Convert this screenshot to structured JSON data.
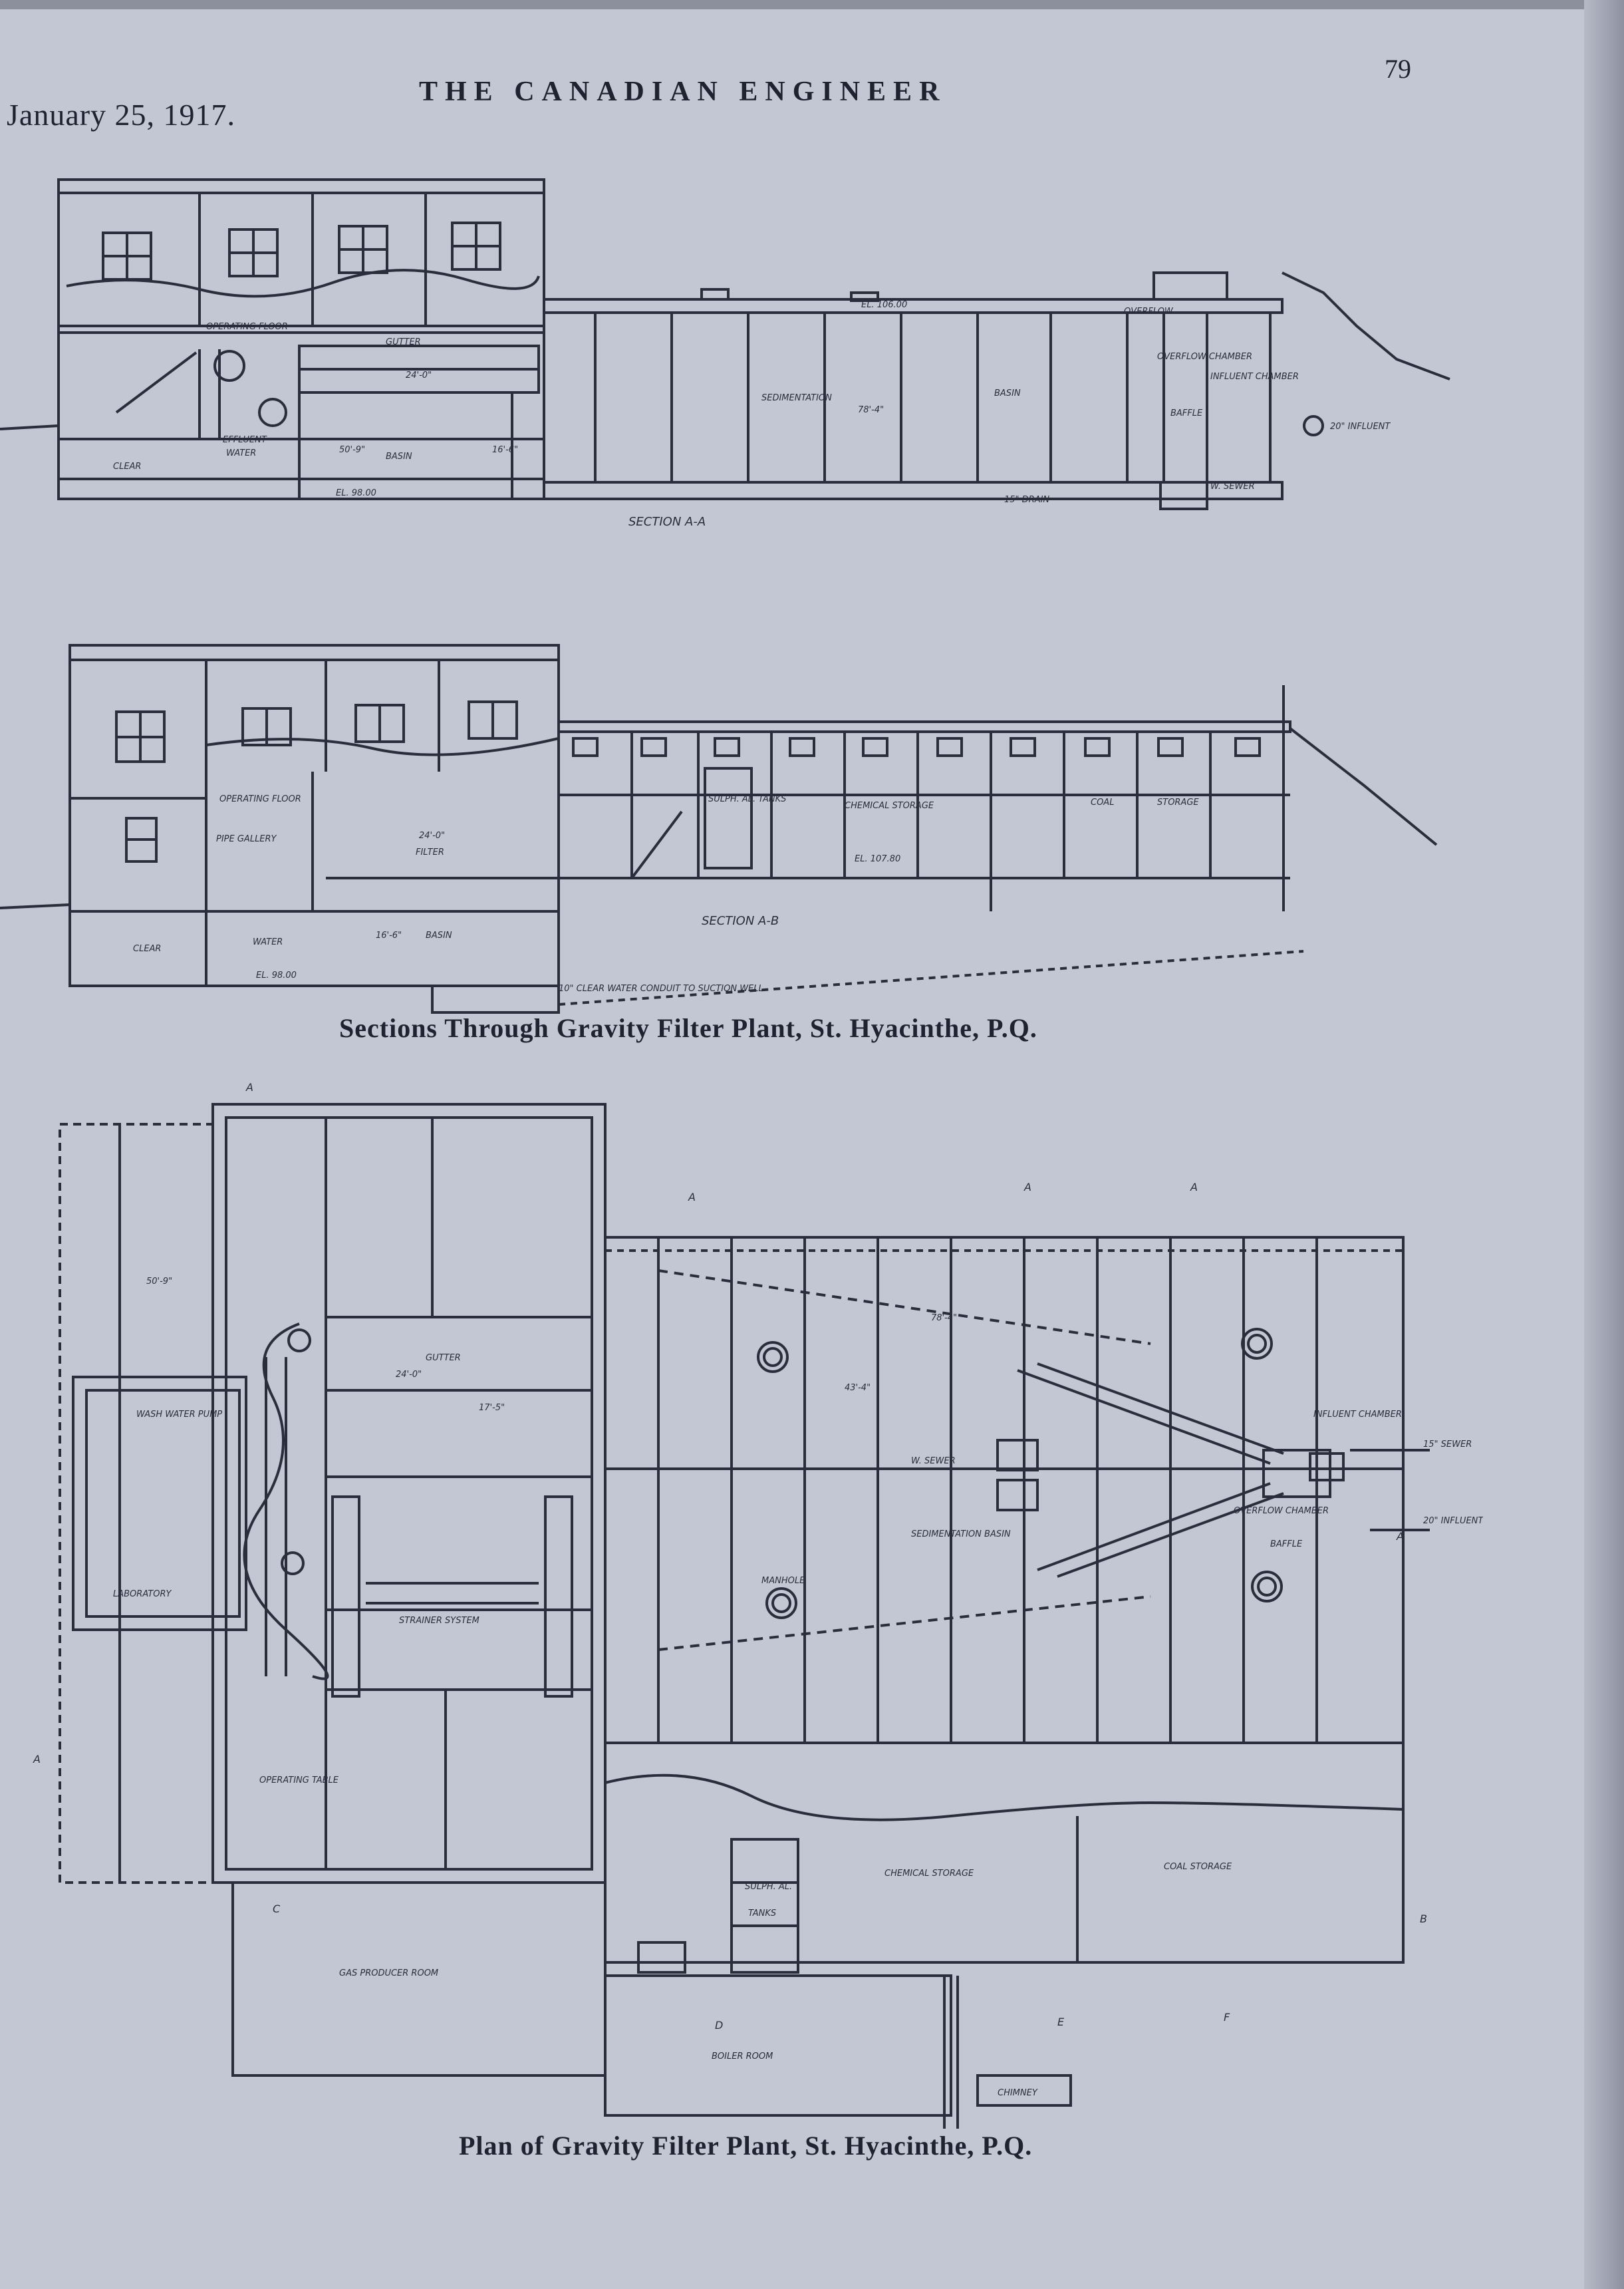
{
  "header": {
    "date": "January 25, 1917.",
    "journal_title": "THE CANADIAN ENGINEER",
    "page_number": "79"
  },
  "figure_sections": {
    "caption": "Sections Through Gravity Filter Plant, St. Hyacinthe, P.Q.",
    "section_aa": {
      "title": "SECTION A-A",
      "labels": [
        "CLEAR",
        "WATER",
        "EFFLUENT",
        "BASIN",
        "SEDIMENTATION",
        "BASIN",
        "INFLUENT CHAMBER",
        "OVERFLOW CHAMBER",
        "BAFFLE",
        "OPERATING FLOOR",
        "OVERFLOW",
        "GUTTER",
        "EL. 98.00",
        "EL. 106.00",
        "78'-4\"",
        "50'-9\"",
        "16'-6\"",
        "24'-0\"",
        "20\" INFLUENT",
        "W. SEWER",
        "15\" DRAIN"
      ]
    },
    "section_ab": {
      "title": "SECTION A-B",
      "labels": [
        "OPERATING FLOOR",
        "PIPE GALLERY",
        "FILTER",
        "CLEAR",
        "WATER",
        "BASIN",
        "SULPH. AL. TANKS",
        "CHEMICAL STORAGE",
        "COAL",
        "STORAGE",
        "EL. 107.80",
        "EL. 98.00",
        "24'-0\"",
        "16'-6\"",
        "10\" CLEAR WATER CONDUIT TO SUCTION WELL"
      ]
    }
  },
  "figure_plan": {
    "caption": "Plan of Gravity Filter Plant, St. Hyacinthe, P.Q.",
    "labels": [
      "WASH WATER PUMP",
      "LABORATORY",
      "STRAINER SYSTEM",
      "GUTTER",
      "SEDIMENTATION BASIN",
      "MANHOLE",
      "W. SEWER",
      "INFLUENT CHAMBER",
      "OVERFLOW CHAMBER",
      "BAFFLE",
      "CHEMICAL STORAGE",
      "COAL STORAGE",
      "SULPH. AL.",
      "TANKS",
      "GAS PRODUCER ROOM",
      "BOILER ROOM",
      "CHIMNEY",
      "OPERATING TABLE",
      "20\" INFLUENT",
      "15\" SEWER",
      "78'-4\"",
      "43'-4\"",
      "50'-9\"",
      "24'-0\"",
      "17'-5\""
    ],
    "section_markers": [
      "A",
      "A",
      "A",
      "A",
      "A",
      "A",
      "B",
      "C",
      "D",
      "E",
      "F"
    ]
  }
}
